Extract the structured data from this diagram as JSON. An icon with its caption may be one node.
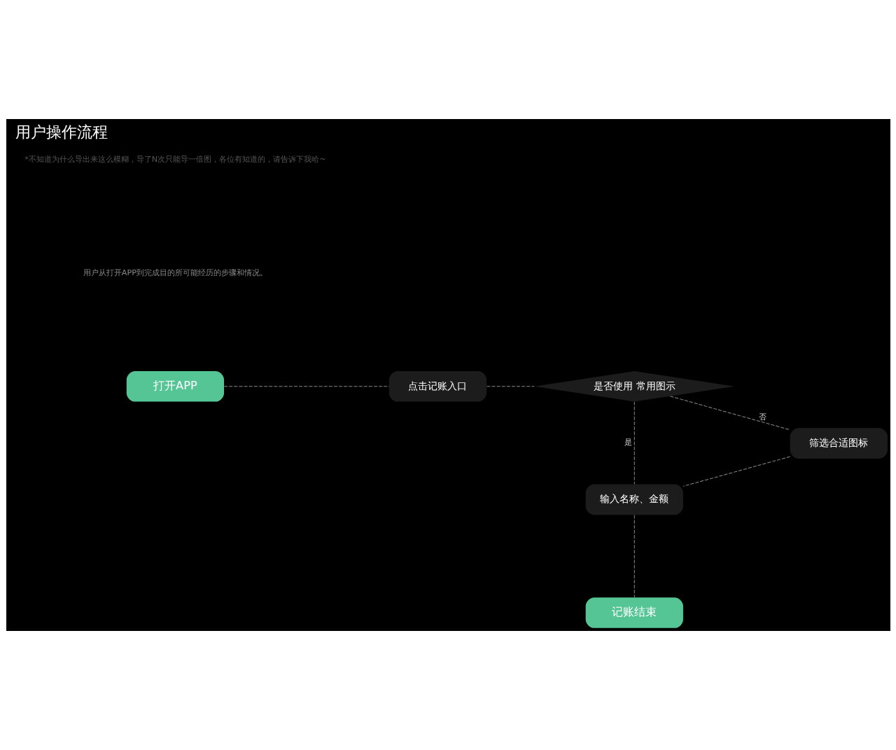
{
  "diagram": {
    "title": "用户操作流程",
    "nodes": [
      {
        "text": [
          "打开APP"
        ]
      },
      {
        "text": [
          "点击记账入口"
        ]
      },
      {
        "text": [
          "是否使用 常用图示"
        ]
      },
      {
        "text": [
          "筛选合适图标"
        ]
      },
      {
        "text": [
          "输入名称、金额"
        ]
      },
      {
        "text": [
          "记账结束"
        ]
      }
    ],
    "edges": [
      {
        "from": 0,
        "to": 1,
        "arrow": "none",
        "style": "dashed"
      },
      {
        "from": 1,
        "to": 2,
        "arrow": "none",
        "style": "dashed"
      },
      {
        "from": 2,
        "to": 3,
        "arrow": "none",
        "style": "dashed",
        "label": "否"
      },
      {
        "from": 2,
        "to": 4,
        "arrow": "none",
        "style": "dashed",
        "label": "是"
      },
      {
        "from": 3,
        "to": 4,
        "arrow": "none",
        "style": "dashed"
      },
      {
        "from": 4,
        "to": 5,
        "arrow": "none",
        "style": "dashed"
      }
    ],
    "labels": [
      "*不知道为什么导出来这么模糊，导了N次只能导一倍图，各位有知道的，请告诉下我哈~",
      "用户从打开APP到完成目的所可能经历的步骤和情况。"
    ]
  }
}
